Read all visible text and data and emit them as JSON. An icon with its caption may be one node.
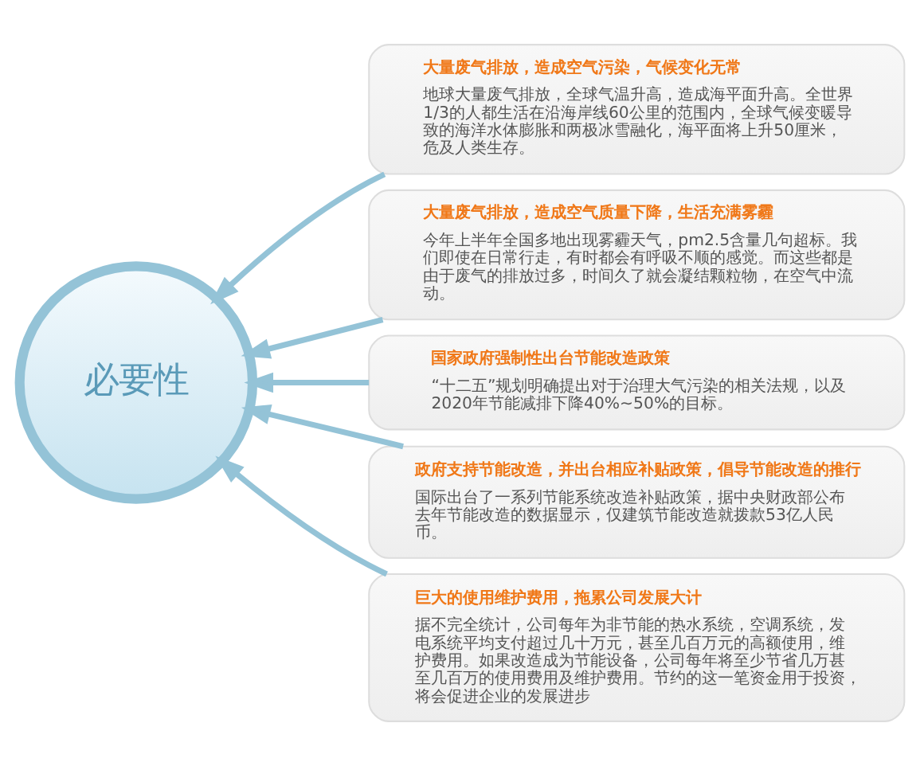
{
  "diagram": {
    "nodes": [
      {
        "text": [
          "必要性"
        ]
      },
      {
        "text": [
          "大量废气排放，造成空气污染，气候变化无常",
          "地球大量废气排放，全球气温升高，造成海平面升高。全世界1/3的人都生活在沿海岸线60公里的范围内，全球气候变暖导致的海洋水体膨胀和两极冰雪融化，海平面将上升50厘米，危及人类生存。"
        ]
      },
      {
        "text": [
          "大量废气排放，造成空气质量下降，生活充满雾霾",
          "今年上半年全国多地出现雾霾天气，pm2.5含量几句超标。我们即使在日常行走，有时都会有呼吸不顺的感觉。而这些都是由于废气的排放过多，时间久了就会凝结颗粒物，在空气中流动。"
        ]
      },
      {
        "text": [
          "国家政府强制性出台节能改造政策",
          "“十二五”规划明确提出对于治理大气污染的相关法规，以及2020年节能减排下降40%~50%的目标。"
        ]
      },
      {
        "text": [
          "政府支持节能改造，并出台相应补贴政策，倡导节能改造的推行",
          "国际出台了一系列节能系统改造补贴政策，据中央财政部公布去年节能改造的数据显示，仅建筑节能改造就拨款53亿人民币。"
        ]
      },
      {
        "text": [
          "巨大的使用维护费用，拖累公司发展大计",
          "据不完全统计，公司每年为非节能的热水系统，空调系统，发电系统平均支付超过几十万元，甚至几百万元的高额使用，维护费用。如果改造成为节能设备，公司每年将至少节省几万甚至几百万的使用费用及维护费用。节约的这一笔资金用于投资，将会促进企业的发展进步"
        ]
      }
    ],
    "edges": [
      {
        "from": 1,
        "to": 0,
        "arrow": "to"
      },
      {
        "from": 2,
        "to": 0,
        "arrow": "to"
      },
      {
        "from": 3,
        "to": 0,
        "arrow": "to"
      },
      {
        "from": 4,
        "to": 0,
        "arrow": "to"
      },
      {
        "from": 5,
        "to": 0,
        "arrow": "to"
      }
    ]
  }
}
